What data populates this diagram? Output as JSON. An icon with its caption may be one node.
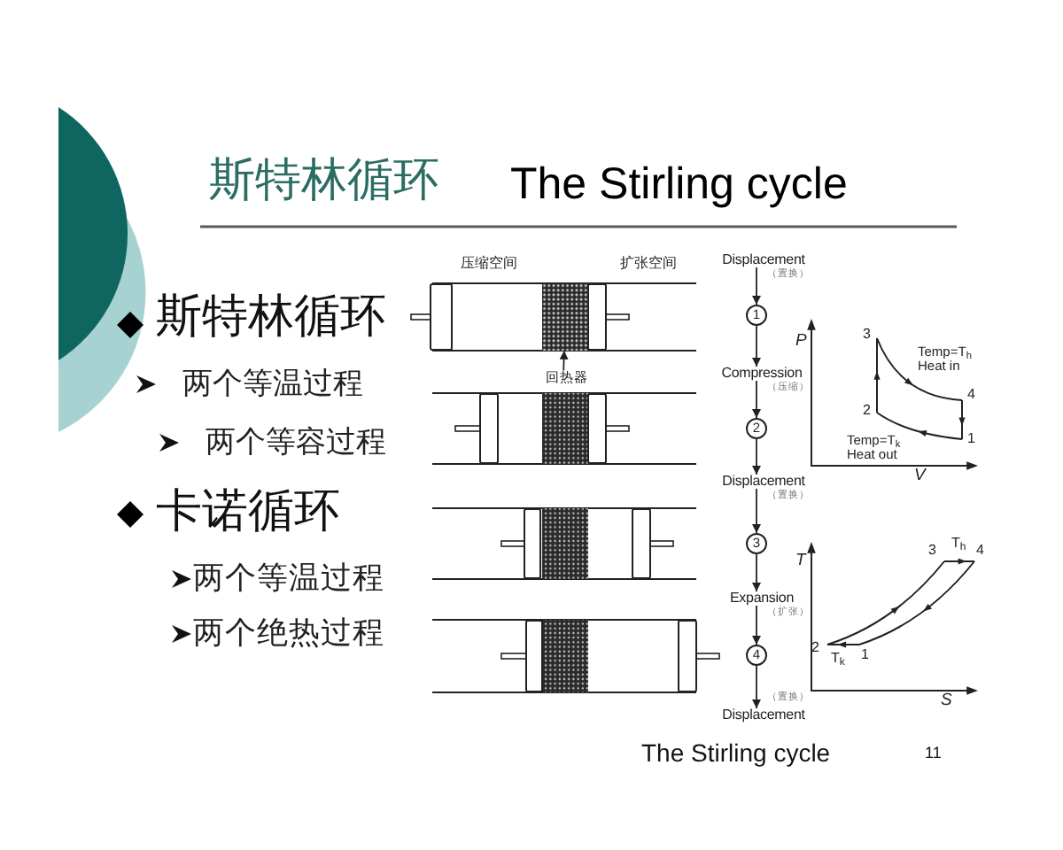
{
  "diagram": {
    "title": "斯特林循环",
    "caption": "The Stirling cycle",
    "nodes": [
      {
        "text": [
          "Displacement"
        ],
        "beside": [
          "（置换）"
        ]
      },
      {
        "text": [
          "1"
        ]
      },
      {
        "text": [
          "Compression"
        ],
        "beside": [
          "（压缩）"
        ]
      },
      {
        "text": [
          "2"
        ]
      },
      {
        "text": [
          "Displacement"
        ],
        "beside": [
          "（置换）"
        ]
      },
      {
        "text": [
          "3"
        ]
      },
      {
        "text": [
          "Expansion"
        ],
        "beside": [
          "（扩张）"
        ]
      },
      {
        "text": [
          "4"
        ]
      },
      {
        "text": [
          "Displacement"
        ],
        "beside": [
          "（置换）"
        ]
      },
      {
        "text": [
          "回热器"
        ]
      },
      {
        "text": [],
        "shape": "box"
      }
    ],
    "edges": [
      {
        "from": 0,
        "to": 1,
        "arrow": "to"
      },
      {
        "from": 1,
        "to": 2,
        "arrow": "to"
      },
      {
        "from": 2,
        "to": 3,
        "arrow": "to"
      },
      {
        "from": 3,
        "to": 4,
        "arrow": "to"
      },
      {
        "from": 4,
        "to": 5,
        "arrow": "to"
      },
      {
        "from": 5,
        "to": 6,
        "arrow": "to"
      },
      {
        "from": 6,
        "to": 7,
        "arrow": "to"
      },
      {
        "from": 7,
        "to": 8,
        "arrow": "to"
      },
      {
        "from": 9,
        "to": 10,
        "arrow": "to"
      }
    ],
    "labels": [
      "The Stirling cycle",
      "斯特林循环",
      "两个等温过程",
      "两个等容过程",
      "卡诺循环",
      "两个等温过程",
      "两个绝热过程",
      "压缩空间",
      "扩张空间",
      "P",
      "3",
      "Temp=T$_{h}$ Heat in",
      "4",
      "2",
      "1",
      "Temp=T$_{k}$ Heat out",
      "V",
      "T",
      "T$_{h}$",
      "3",
      "4",
      "2",
      "T$_{k}$",
      "1",
      "S",
      "11"
    ]
  }
}
